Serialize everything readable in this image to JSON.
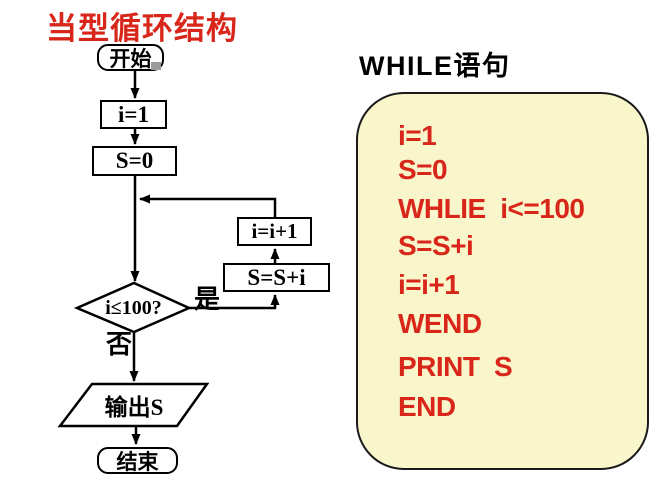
{
  "colors": {
    "red": "#d8271a",
    "panelbg": "#faf6cc",
    "ink": "#000000"
  },
  "left": {
    "title": "当型循环结构"
  },
  "flowchart": {
    "nodes": [
      {
        "id": "start",
        "shape": "rounded-rect",
        "label": "开始"
      },
      {
        "id": "init-i",
        "shape": "rect",
        "label": "i=1"
      },
      {
        "id": "init-s",
        "shape": "rect",
        "label": "S=0"
      },
      {
        "id": "increment",
        "shape": "rect",
        "label": "i=i+1"
      },
      {
        "id": "accumulate",
        "shape": "rect",
        "label": "S=S+i"
      },
      {
        "id": "condition",
        "shape": "diamond",
        "label": "i≤100?"
      },
      {
        "id": "output",
        "shape": "parallelogram",
        "label": "输出S"
      },
      {
        "id": "end",
        "shape": "rounded-rect",
        "label": "结束"
      }
    ],
    "edge_labels": {
      "yes": "是",
      "no": "否"
    }
  },
  "right": {
    "title": "WHILE语句",
    "code_lines": [
      "i=1",
      "S=0",
      "WHLIE  i<=100",
      "S=S+i",
      "i=i+1",
      "WEND",
      "PRINT  S",
      "END"
    ]
  }
}
